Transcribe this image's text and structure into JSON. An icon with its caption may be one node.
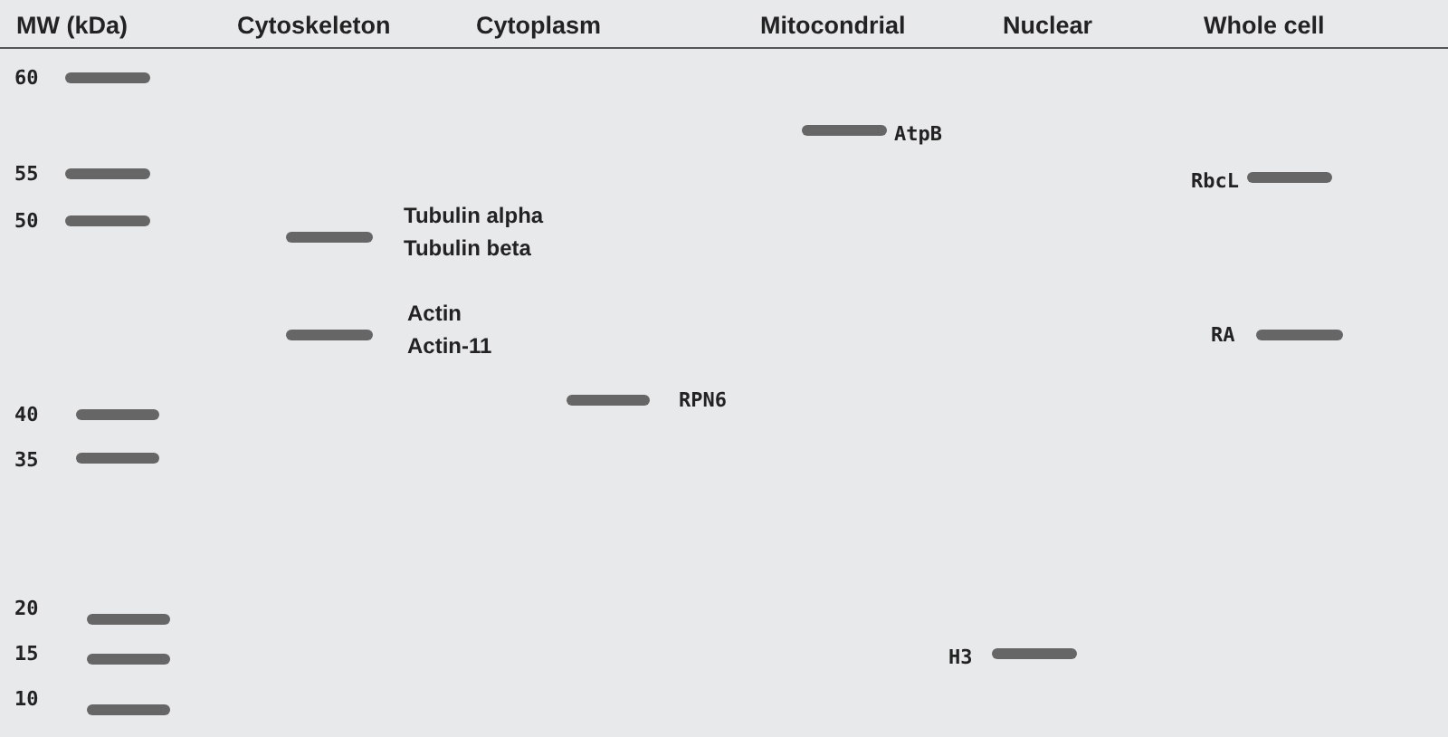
{
  "diagram": {
    "labels": [
      "MW (kDa)",
      "Cytoskeleton",
      "Cytoplasm",
      "Mitocondrial",
      "Nuclear",
      "Whole cell",
      "60",
      "AtpB",
      "55",
      "RbcL",
      "50",
      "Tubulin alpha",
      "Tubulin beta",
      "Actin",
      "Actin-11",
      "RA",
      "RPN6",
      "40",
      "35",
      "20",
      "15",
      "H3",
      "10"
    ]
  }
}
